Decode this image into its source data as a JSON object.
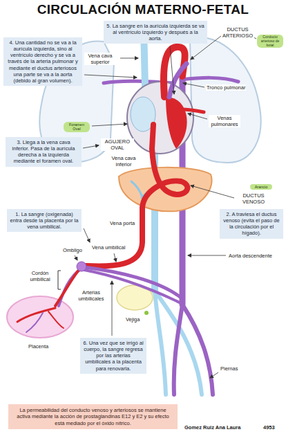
{
  "diagram": {
    "title": "CIRCULACIÓN MATERNO-FETAL",
    "nodes": [
      {
        "text": [
          "5. La sangre en la aurícula izquierda se va al ventrículo izquierdo y después a la aorta."
        ]
      },
      {
        "text": [
          "4. Una cantidad no se va a la aurícula izquierda, sino al ventrículo derecho y se va a través de la arteria pulmonar y mediante el ductus arteriosos una parte se va a la aorta (debido al gran volumen)."
        ]
      },
      {
        "text": [
          "Conducto arterioso de botal"
        ]
      },
      {
        "text": [
          "Foramen Oval"
        ]
      },
      {
        "text": [
          "3. Llega a la vena cava inferior. Pasa de la aurícula derecha a la izquierda mediante el foramen oval."
        ]
      },
      {
        "text": [
          "Arancio"
        ]
      },
      {
        "text": [
          "1. La sangre (oxigenada) entra desde la placenta por la vena umbilical."
        ]
      },
      {
        "text": [
          "2. A traviesa el ductus venoso (evita el paso de la circulación por el hígado)."
        ]
      },
      {
        "text": [
          "6. Una vez que se irrigó al cuerpo, la sangre regresa por las arterias umbilicales a la placenta para renovarla."
        ]
      },
      {
        "text": [
          "La permeabilidad del conducto venoso y arteriosos se mantiene activa mediante la acción de prostaglandinas E12 y E2 y su efecto está mediado por el óxido nítrico."
        ]
      }
    ],
    "labels": [
      "DUCTUS ARTERIOSO",
      "Vena cava superior",
      "Tronco pulmonar",
      "AGUJERO OVAL",
      "Venas pulmonares",
      "Vena cava inferior",
      "DUCTUS VENOSO",
      "Vena porta",
      "Vena umbilical",
      "Ombligo",
      "Aorta descendente",
      "Cordón umbilical",
      "Arterias umbilicales",
      "Vejiga",
      "Placenta",
      "Piernas",
      "Gomez Ruiz Ana Laura",
      "4953"
    ]
  }
}
